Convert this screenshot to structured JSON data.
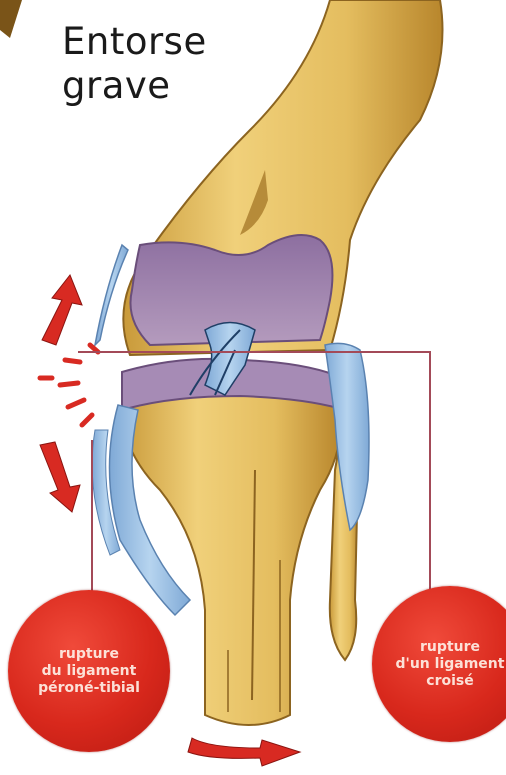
{
  "title": {
    "line1": "Entorse",
    "line2": "grave"
  },
  "callouts": {
    "left": {
      "line1": "rupture",
      "line2": "du ligament",
      "line3": "péroné-tibial"
    },
    "right": {
      "line1": "rupture",
      "line2": "d'un ligament",
      "line3": "croisé"
    }
  },
  "colors": {
    "bone": "#e7c46a",
    "bone_shadow": "#c99a3a",
    "cartilage": "#9c7ea8",
    "ligament": "#9fc3e6",
    "arrow": "#d82a22",
    "callout": "#d8281c"
  },
  "icons": {
    "top_arrows": "double-red-arrow-icon",
    "bottom_arrow": "red-arrow-right-icon",
    "impact": "impact-burst-icon"
  }
}
